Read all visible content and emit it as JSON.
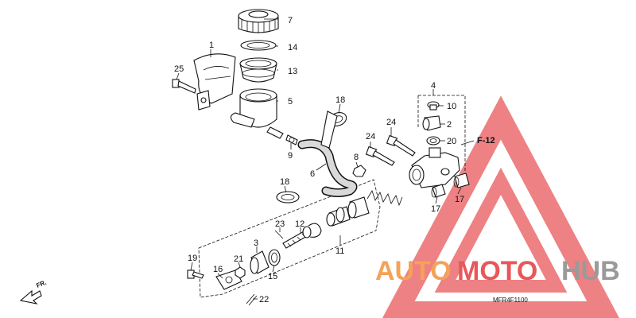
{
  "diagram": {
    "drawing_code": "MFR4F1100",
    "front_label": "FR.",
    "reference": "F-12",
    "watermark": {
      "part1": "AUTO",
      "part2": "MOTO",
      "part3": "HUB",
      "color_orange": "#f4a259",
      "color_red": "#e8575a",
      "color_gray": "#9a9a9a"
    },
    "callouts": [
      {
        "id": "c1",
        "text": "1"
      },
      {
        "id": "c2",
        "text": "2"
      },
      {
        "id": "c3",
        "text": "3"
      },
      {
        "id": "c4",
        "text": "4"
      },
      {
        "id": "c5",
        "text": "5"
      },
      {
        "id": "c6",
        "text": "6"
      },
      {
        "id": "c7",
        "text": "7"
      },
      {
        "id": "c8",
        "text": "8"
      },
      {
        "id": "c9",
        "text": "9"
      },
      {
        "id": "c10",
        "text": "10"
      },
      {
        "id": "c11",
        "text": "11"
      },
      {
        "id": "c12",
        "text": "12"
      },
      {
        "id": "c13",
        "text": "13"
      },
      {
        "id": "c14",
        "text": "14"
      },
      {
        "id": "c15",
        "text": "15"
      },
      {
        "id": "c16",
        "text": "16"
      },
      {
        "id": "c17a",
        "text": "17"
      },
      {
        "id": "c17b",
        "text": "17"
      },
      {
        "id": "c18a",
        "text": "18"
      },
      {
        "id": "c18b",
        "text": "18"
      },
      {
        "id": "c19",
        "text": "19"
      },
      {
        "id": "c20",
        "text": "20"
      },
      {
        "id": "c21",
        "text": "21"
      },
      {
        "id": "c22",
        "text": "22"
      },
      {
        "id": "c23",
        "text": "23"
      },
      {
        "id": "c24a",
        "text": "24"
      },
      {
        "id": "c24b",
        "text": "24"
      },
      {
        "id": "c25",
        "text": "25"
      }
    ]
  }
}
